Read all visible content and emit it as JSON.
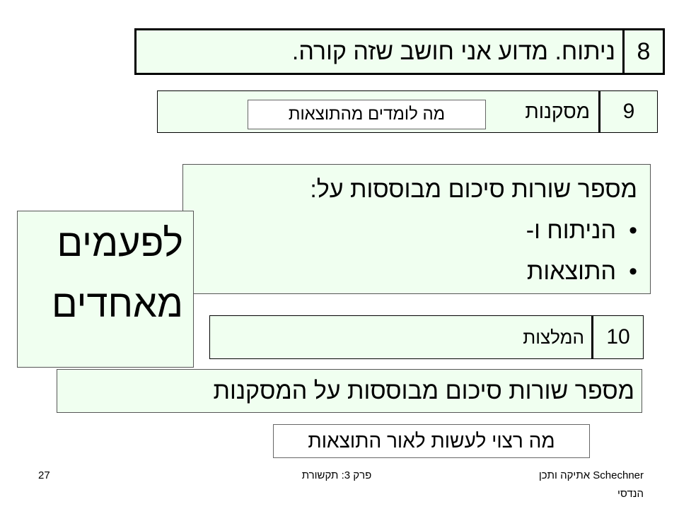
{
  "row8": {
    "number": "8",
    "text": "ניתוח. מדוע אני חושב שזה קורה."
  },
  "row9": {
    "number": "9",
    "text": "מסקנות",
    "tag": "מה לומדים מהתוצאות"
  },
  "summary": {
    "heading": "מספר שורות סיכום מבוססות על:",
    "items": [
      "הניתוח ו-",
      "התוצאות"
    ]
  },
  "sometimes": {
    "line1": "לפעמים",
    "line2": "מאחדים"
  },
  "row10": {
    "number": "10",
    "text": "המלצות"
  },
  "conclusions_summary": "מספר שורות סיכום מבוססות על המסקנות",
  "tag10": "מה רצוי לעשות לאור התוצאות",
  "footer": {
    "author_line1": "Schechner  אתיקה ותכן",
    "author_line2": "הנדסי",
    "chapter": "פרק 3: תקשורת",
    "page_number": "27"
  },
  "colors": {
    "box_fill": "#f0fff0",
    "border": "#000000"
  }
}
